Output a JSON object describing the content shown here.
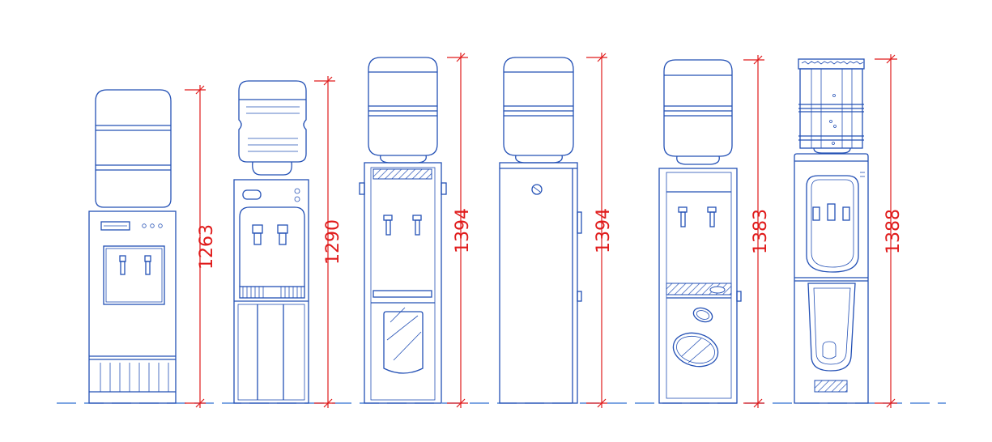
{
  "colors": {
    "outline": "#2350b5",
    "dimension": "#e01b1b",
    "ground_line": "#2f6fd0",
    "background": "#ffffff"
  },
  "dimensions": [
    {
      "id": "cooler-1",
      "value": "1263"
    },
    {
      "id": "cooler-2",
      "value": "1290"
    },
    {
      "id": "cooler-3",
      "value": "1394"
    },
    {
      "id": "cooler-4",
      "value": "1394"
    },
    {
      "id": "cooler-5",
      "value": "1383"
    },
    {
      "id": "cooler-6",
      "value": "1388"
    }
  ]
}
